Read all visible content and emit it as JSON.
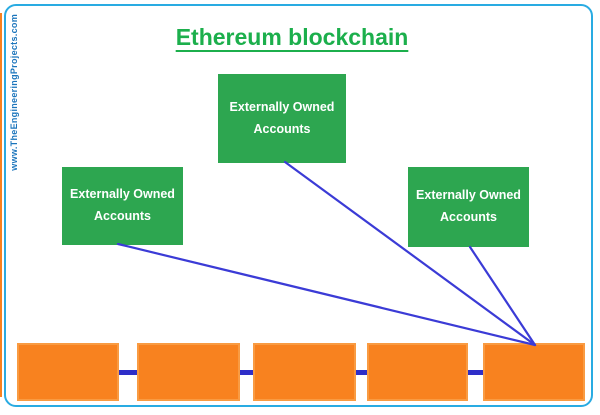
{
  "title": "Ethereum blockchain",
  "watermark": "www.TheEngineeringProjects.com",
  "eoa_boxes": [
    {
      "label": "Externally Owned Accounts"
    },
    {
      "label": "Externally Owned Accounts"
    },
    {
      "label": "Externally Owned Accounts"
    }
  ],
  "blockchain": {
    "block_count": 5,
    "connector_count": 4,
    "account_link_count": 3
  },
  "colors": {
    "title_green": "#1CAF4C",
    "box_green": "#2DA650",
    "box_text": "#FFFFFF",
    "block_orange": "#F8821F",
    "block_edge": "#F99B42",
    "line_blue": "#3B3BD6",
    "connector_blue": "#2E2EC8",
    "border_blue": "#29ABE2",
    "watermark_blue": "#1B75BC"
  }
}
